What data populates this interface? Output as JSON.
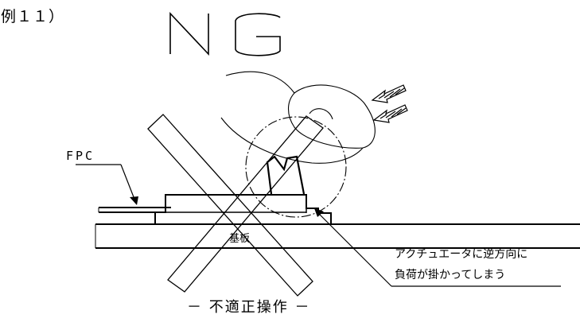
{
  "figure": {
    "example_label": "例１１）",
    "ng_mark": "NG",
    "fpc_label": "FPC",
    "board_label": "基板",
    "note_lines": [
      "アクチュエータに逆方向に",
      "負荷が掛かってしまう"
    ],
    "caption": "－ 不適正操作 －"
  },
  "colors": {
    "ink": "#000000",
    "background": "#ffffff"
  }
}
